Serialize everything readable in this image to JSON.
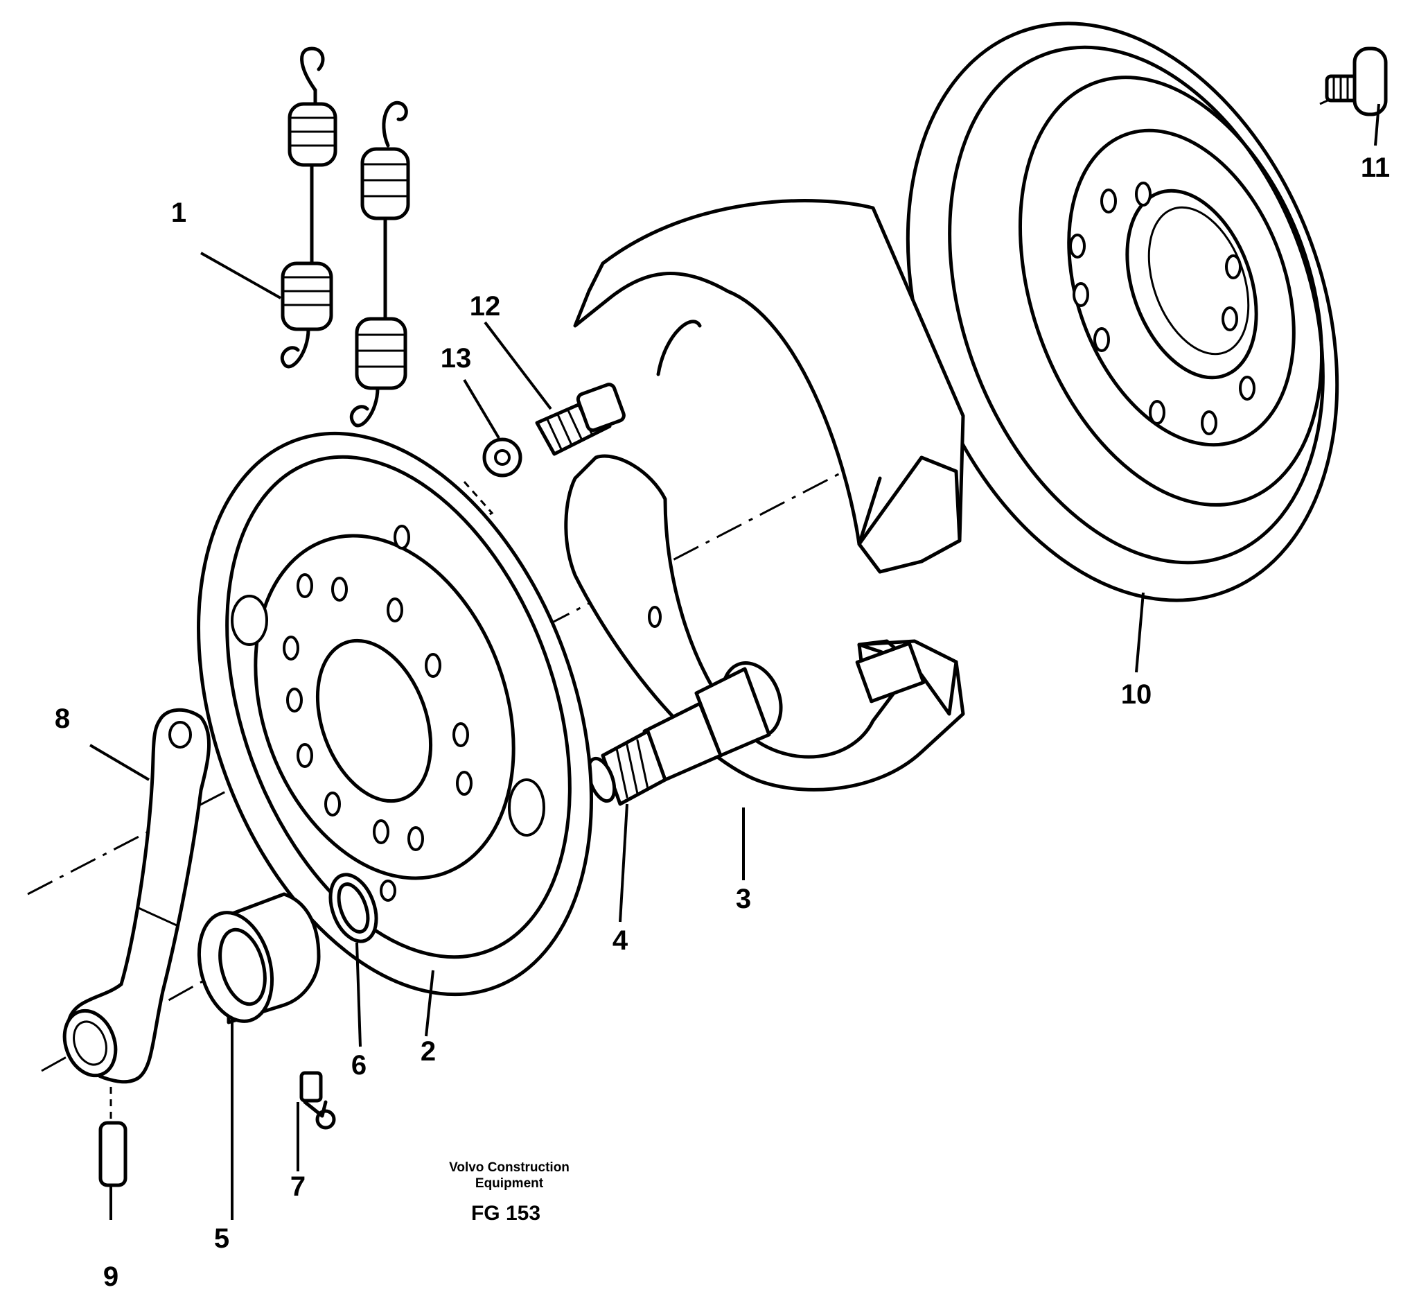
{
  "callouts": [
    {
      "id": "1",
      "label": "1"
    },
    {
      "id": "2",
      "label": "2"
    },
    {
      "id": "3",
      "label": "3"
    },
    {
      "id": "4",
      "label": "4"
    },
    {
      "id": "5",
      "label": "5"
    },
    {
      "id": "6",
      "label": "6"
    },
    {
      "id": "7",
      "label": "7"
    },
    {
      "id": "8",
      "label": "8"
    },
    {
      "id": "9",
      "label": "9"
    },
    {
      "id": "10",
      "label": "10"
    },
    {
      "id": "11",
      "label": "11"
    },
    {
      "id": "12",
      "label": "12"
    },
    {
      "id": "13",
      "label": "13"
    }
  ],
  "footer": {
    "brand_line1": "Volvo Construction",
    "brand_line2": "Equipment",
    "figure_code": "FG 153"
  }
}
